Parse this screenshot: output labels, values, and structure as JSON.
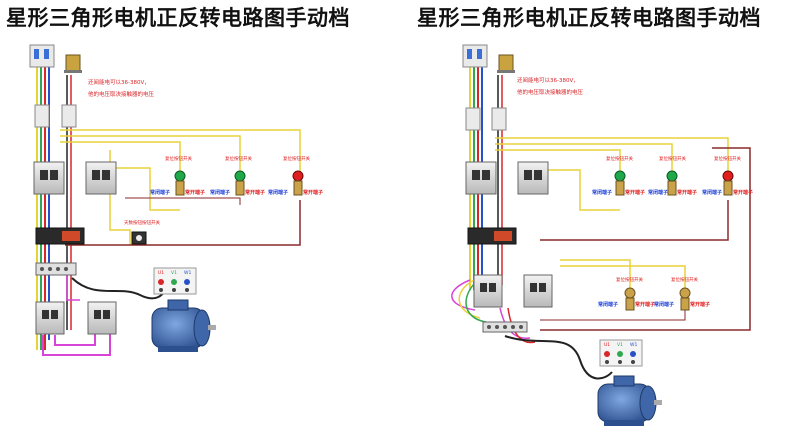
{
  "title_left": "星形三角形电机正反转电路图手动档",
  "title_right": "星形三角形电机正反转电路图手动档",
  "note_line1": "还阅能电可以36-380V，",
  "note_line2": "他的电压取决接触器的电压",
  "left": {
    "switch_labels": [
      "复位按钮开关",
      "复位按钮开关",
      "复位按钮开关"
    ],
    "terminal_labels": [
      {
        "no": "常闭端子",
        "nc": "常开端子"
      },
      {
        "no": "常闭端子",
        "nc": "常开端子"
      },
      {
        "no": "常闭端子",
        "nc": "常开端子"
      }
    ],
    "timer_label": "天数按钮按钮开关",
    "phase_labels": [
      "U1",
      "V1",
      "W1"
    ]
  },
  "right": {
    "switch_labels": [
      "复位按钮开关",
      "复位按钮开关",
      "复位按钮开关",
      "复位按钮开关",
      "复位按钮开关"
    ],
    "terminal_labels": [
      {
        "no": "常闭端子",
        "nc": "常开端子"
      },
      {
        "no": "常闭端子",
        "nc": "常开端子"
      },
      {
        "no": "常闭端子",
        "nc": "常开端子"
      },
      {
        "no": "常闭端子",
        "nc": "常开端子"
      },
      {
        "no": "常闭端子",
        "nc": "常开端子"
      }
    ],
    "phase_labels": [
      "U1",
      "V1",
      "W1"
    ]
  },
  "colors": {
    "yellow": "#e8d23a",
    "green": "#2fa84f",
    "red": "#d8262a",
    "blue": "#2552c9",
    "black": "#222222",
    "magenta": "#d844d8",
    "brown": "#9a5a2a",
    "darkred": "#8b2a2a",
    "label_blue": "#1e3fd8",
    "label_red": "#e02020",
    "motor_blue": "#4a78c0",
    "button_green": "#1ea84a",
    "button_red": "#e01e1e"
  }
}
